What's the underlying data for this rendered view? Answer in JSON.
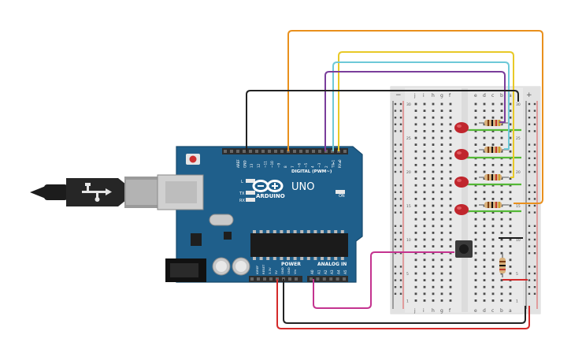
{
  "board": {
    "brand": "ARDUINO",
    "model": "UNO",
    "digital_label": "DIGITAL (PWM~)",
    "power_label": "POWER",
    "analog_label": "ANALOG IN",
    "on_label": "ON",
    "led_l": "L",
    "led_tx": "TX",
    "led_rx": "RX",
    "top_pins": [
      "AREF",
      "GND",
      "13",
      "12",
      "~11",
      "~10",
      "~9",
      "8",
      "7",
      "~6",
      "~5",
      "4",
      "~3",
      "2",
      "TX▸1",
      "RX◂0"
    ],
    "power_pins": [
      "IOREF",
      "RESET",
      "3.3V",
      "5V",
      "GND",
      "GND",
      "Vin"
    ],
    "analog_pins": [
      "A0",
      "A1",
      "A2",
      "A3",
      "A4",
      "A5"
    ]
  },
  "breadboard": {
    "col_letters_left": [
      "j",
      "i",
      "h",
      "g",
      "f"
    ],
    "col_letters_right": [
      "e",
      "d",
      "c",
      "b",
      "a"
    ],
    "row_numbers": [
      "1",
      "5",
      "10",
      "15",
      "20",
      "25",
      "30"
    ]
  },
  "colors": {
    "board": "#1f5f8b",
    "header": "#2d2d2d",
    "wire_orange": "#e9901d",
    "wire_yellow": "#e8c927",
    "wire_cyan": "#6dc9d8",
    "wire_purple": "#7a3e9b",
    "wire_black": "#222222",
    "wire_magenta": "#c4338f",
    "wire_red": "#d42a2a",
    "wire_green": "#54b836",
    "led_red": "#c0262d"
  }
}
